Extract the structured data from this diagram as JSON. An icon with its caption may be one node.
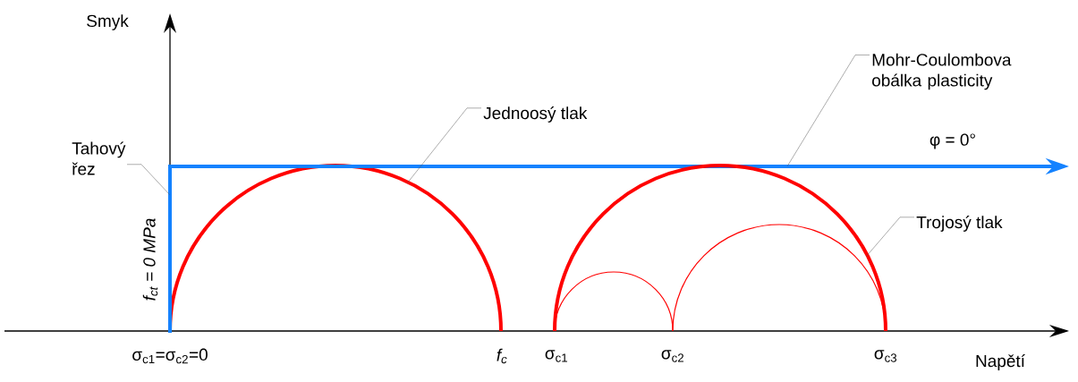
{
  "diagram": {
    "nodes": [
      {
        "text": [
          "Jednoosý tlak"
        ]
      },
      {
        "text": [],
        "shape": "circle"
      },
      {
        "text": [
          "Mohr-Coulombova obálka plasticity"
        ]
      },
      {
        "text": [],
        "shape": "line",
        "beside": [
          "φ = 0°"
        ]
      },
      {
        "text": [
          "Trojosý tlak"
        ]
      },
      {
        "text": [],
        "shape": "circle"
      },
      {
        "text": [
          "Tahový řez"
        ]
      },
      {
        "text": [],
        "shape": "line"
      }
    ],
    "edges": [
      {
        "from": 0,
        "to": 1,
        "arrow": "none"
      },
      {
        "from": 2,
        "to": 3,
        "arrow": "none"
      },
      {
        "from": 4,
        "to": 5,
        "arrow": "none"
      },
      {
        "from": 6,
        "to": 7,
        "arrow": "none"
      }
    ],
    "labels": [
      "Smyk",
      "f$_{ct}$ = 0 MPa",
      "σ$_{c1}$=σ$_{c2}$=0",
      "f$_{c}$",
      "σ$_{c1}$",
      "σ$_{c2}$",
      "σ$_{c3}$",
      "Napětí"
    ]
  }
}
